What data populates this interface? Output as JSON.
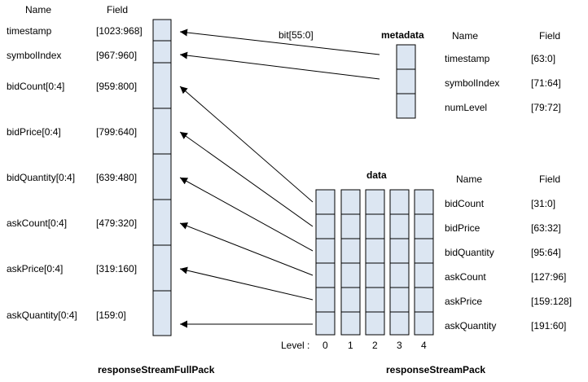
{
  "full_pack": {
    "header_name": "Name",
    "header_field": "Field",
    "rows": [
      {
        "name": "timestamp",
        "field": "[1023:968]"
      },
      {
        "name": "symbolIndex",
        "field": "[967:960]"
      },
      {
        "name": "bidCount[0:4]",
        "field": "[959:800]"
      },
      {
        "name": "bidPrice[0:4]",
        "field": "[799:640]"
      },
      {
        "name": "bidQuantity[0:4]",
        "field": "[639:480]"
      },
      {
        "name": "askCount[0:4]",
        "field": "[479:320]"
      },
      {
        "name": "askPrice[0:4]",
        "field": "[319:160]"
      },
      {
        "name": "askQuantity[0:4]",
        "field": "[159:0]"
      }
    ],
    "caption": "responseStreamFullPack"
  },
  "metadata": {
    "title": "metadata",
    "arrow_label": "bit[55:0]",
    "header_name": "Name",
    "header_field": "Field",
    "rows": [
      {
        "name": "timestamp",
        "field": "[63:0]"
      },
      {
        "name": "symbolIndex",
        "field": "[71:64]"
      },
      {
        "name": "numLevel",
        "field": "[79:72]"
      }
    ]
  },
  "data": {
    "title": "data",
    "header_name": "Name",
    "header_field": "Field",
    "rows": [
      {
        "name": "bidCount",
        "field": "[31:0]"
      },
      {
        "name": "bidPrice",
        "field": "[63:32]"
      },
      {
        "name": "bidQuantity",
        "field": "[95:64]"
      },
      {
        "name": "askCount",
        "field": "[127:96]"
      },
      {
        "name": "askPrice",
        "field": "[159:128]"
      },
      {
        "name": "askQuantity",
        "field": "[191:60]"
      }
    ],
    "level_label": "Level :",
    "levels": [
      "0",
      "1",
      "2",
      "3",
      "4"
    ],
    "caption": "responseStreamPack"
  }
}
